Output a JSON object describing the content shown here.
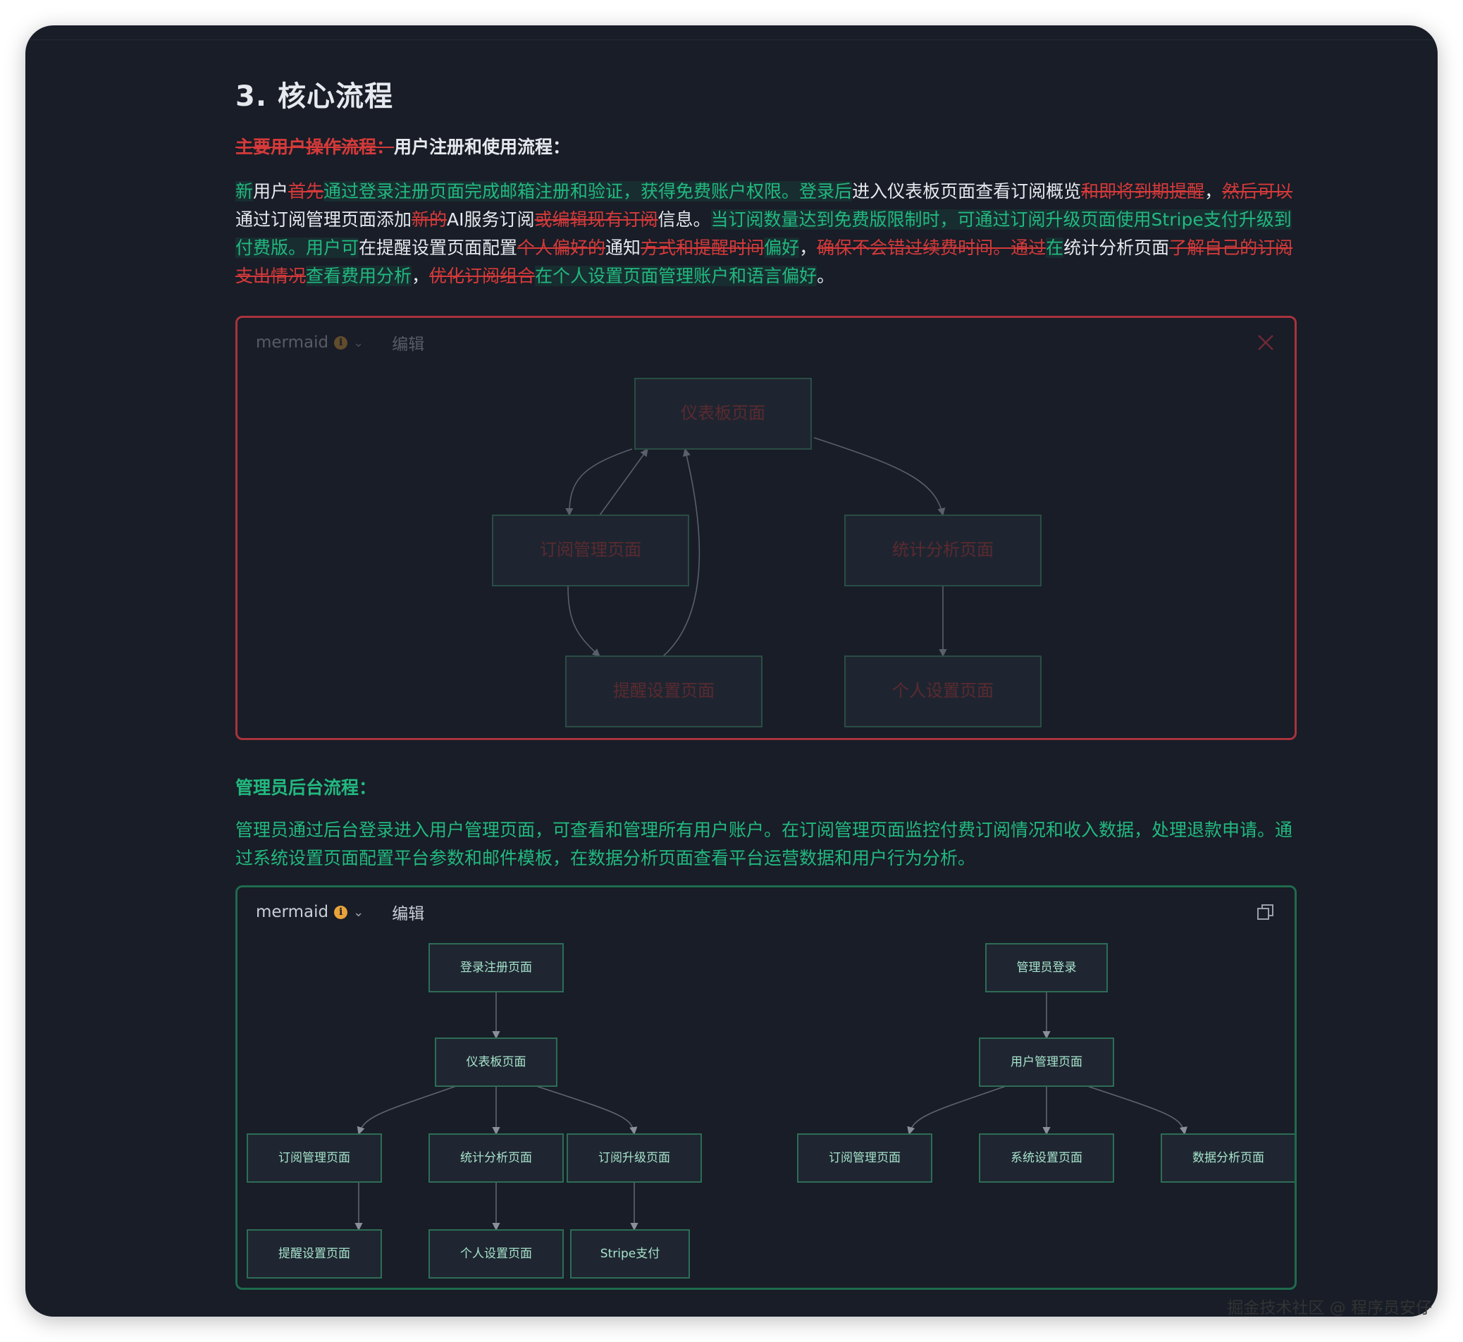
{
  "section": {
    "heading": "3. 核心流程",
    "user_flow_title": {
      "deleted": "主要用户操作流程：",
      "kept": "用户注册和使用流程："
    },
    "user_flow_segments": [
      {
        "t": "ins",
        "s": "新"
      },
      {
        "t": "plain",
        "s": "用户"
      },
      {
        "t": "del",
        "s": "首先"
      },
      {
        "t": "ins",
        "s": "通过登录注册页面完成邮箱注册和验证，获得免费账户权限。登录后"
      },
      {
        "t": "plain",
        "s": "进入仪表板页面查看订阅概览"
      },
      {
        "t": "del",
        "s": "和即将到期提醒"
      },
      {
        "t": "plain",
        "s": "，"
      },
      {
        "t": "del",
        "s": "然后可以"
      },
      {
        "t": "plain",
        "s": "通过订阅管理页面添加"
      },
      {
        "t": "del",
        "s": "新的"
      },
      {
        "t": "plain",
        "s": "AI服务订阅"
      },
      {
        "t": "del",
        "s": "或编辑现有订阅"
      },
      {
        "t": "plain",
        "s": "信息。"
      },
      {
        "t": "ins",
        "s": "当订阅数量达到免费版限制时，可通过订阅升级页面使用Stripe支付升级到付费版。用户可"
      },
      {
        "t": "plain",
        "s": "在提醒设置页面配置"
      },
      {
        "t": "del",
        "s": "个人偏好的"
      },
      {
        "t": "plain",
        "s": "通知"
      },
      {
        "t": "del",
        "s": "方式和提醒时间"
      },
      {
        "t": "ins",
        "s": "偏好"
      },
      {
        "t": "plain",
        "s": "，"
      },
      {
        "t": "del",
        "s": "确保不会错过续费时间。通过"
      },
      {
        "t": "ins",
        "s": "在"
      },
      {
        "t": "plain",
        "s": "统计分析页面"
      },
      {
        "t": "del",
        "s": "了解自己的订阅支出情况"
      },
      {
        "t": "ins",
        "s": "查看费用分析"
      },
      {
        "t": "plain",
        "s": "，"
      },
      {
        "t": "del",
        "s": "优化订阅组合"
      },
      {
        "t": "ins",
        "s": "在个人设置页面管理账户和语言偏好"
      },
      {
        "t": "plain",
        "s": "。"
      }
    ],
    "admin_flow_title": "管理员后台流程：",
    "admin_flow_text": "管理员通过后台登录进入用户管理页面，可查看和管理所有用户账户。在订阅管理页面监控付费订阅情况和收入数据，处理退款申请。通过系统设置页面配置平台参数和邮件模板，在数据分析页面查看平台运营数据和用户行为分析。"
  },
  "code_block_removed": {
    "lang": "mermaid",
    "edit_label": "编辑",
    "status": "removed",
    "nodes": {
      "dashboard": "仪表板页面",
      "sub_mgmt": "订阅管理页面",
      "stats": "统计分析页面",
      "reminder": "提醒设置页面",
      "personal": "个人设置页面"
    }
  },
  "code_block_added": {
    "lang": "mermaid",
    "edit_label": "编辑",
    "status": "added",
    "nodes": {
      "login": "登录注册页面",
      "dashboard": "仪表板页面",
      "sub_mgmt": "订阅管理页面",
      "stats": "统计分析页面",
      "upgrade": "订阅升级页面",
      "reminder": "提醒设置页面",
      "personal": "个人设置页面",
      "stripe": "Stripe支付",
      "admin_login": "管理员登录",
      "user_mgmt": "用户管理页面",
      "admin_sub_mgmt": "订阅管理页面",
      "sys_settings": "系统设置页面",
      "data_analysis": "数据分析页面"
    }
  },
  "icons": {
    "info": "info-icon",
    "chevron": "chevron-down-icon",
    "close": "close-icon",
    "copy": "copy-icon"
  },
  "colors": {
    "background": "#181d27",
    "deleted": "#d63a3a",
    "inserted": "#22b97f",
    "removed_border": "#a8333d",
    "added_border": "#1f6b4d"
  },
  "watermark": "掘金技术社区 @ 程序员安仔"
}
